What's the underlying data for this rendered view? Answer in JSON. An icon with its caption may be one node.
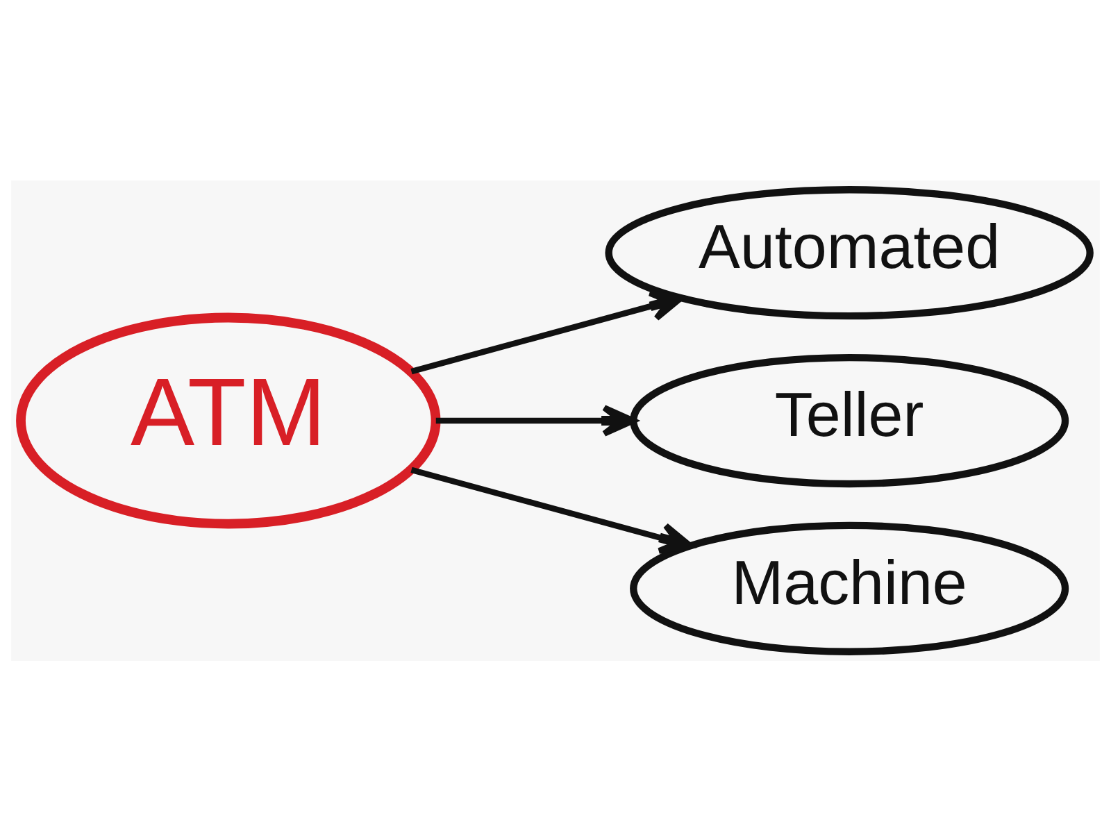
{
  "diagram": {
    "nodes": [
      {
        "text": [
          "ATM"
        ]
      },
      {
        "text": [
          "Automated"
        ]
      },
      {
        "text": [
          "Teller"
        ]
      },
      {
        "text": [
          "Machine"
        ]
      }
    ],
    "edges": [
      {
        "from": 0,
        "to": 1,
        "arrow": "to"
      },
      {
        "from": 0,
        "to": 2,
        "arrow": "to"
      },
      {
        "from": 0,
        "to": 3,
        "arrow": "to"
      }
    ]
  }
}
